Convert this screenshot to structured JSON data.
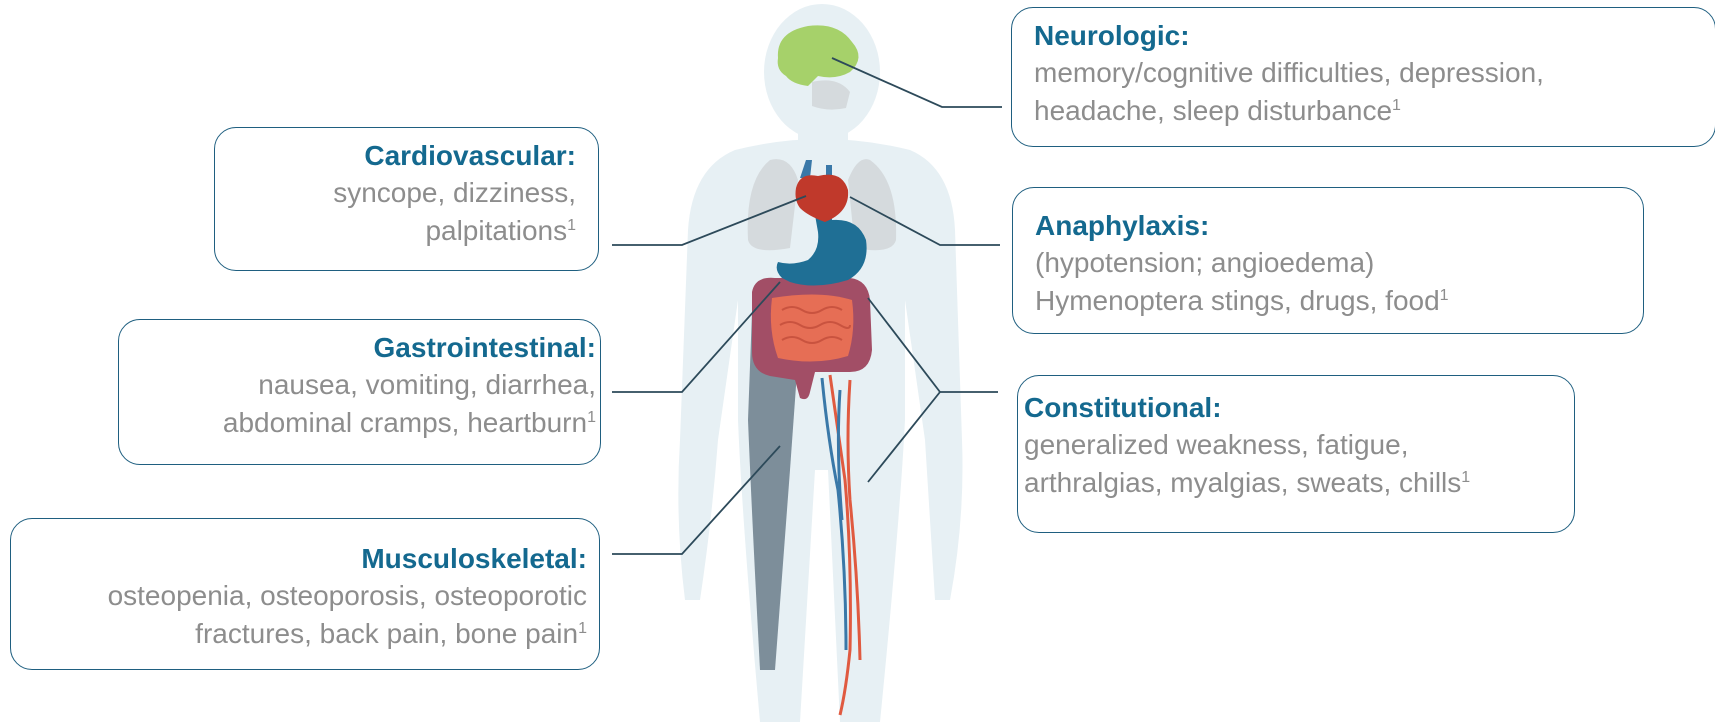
{
  "boxes": {
    "neurologic": {
      "title": "Neurologic:",
      "lines": [
        "memory/cognitive difficulties, depression,",
        "headache, sleep disturbance"
      ],
      "ref": "1"
    },
    "cardiovascular": {
      "title": "Cardiovascular:",
      "lines": [
        "syncope, dizziness,",
        "palpitations"
      ],
      "ref": "1"
    },
    "anaphylaxis": {
      "title": "Anaphylaxis:",
      "lines": [
        "(hypotension; angioedema)",
        "Hymenoptera stings, drugs, food"
      ],
      "ref": "1"
    },
    "gastrointestinal": {
      "title": "Gastrointestinal:",
      "lines": [
        "nausea, vomiting, diarrhea,",
        "abdominal cramps, heartburn"
      ],
      "ref": "1"
    },
    "constitutional": {
      "title": "Constitutional:",
      "lines": [
        "generalized weakness, fatigue,",
        "arthralgias, myalgias, sweats, chills"
      ],
      "ref": "1"
    },
    "musculoskeletal": {
      "title": "Musculoskeletal:",
      "lines": [
        "osteopenia, osteoporosis, osteoporotic",
        "fractures, back pain, bone pain"
      ],
      "ref": "1"
    }
  },
  "colors": {
    "title": "#14698f",
    "body_text": "#8d8d8d",
    "box_border": "#1f5f80",
    "connector": "#2d4a5a",
    "brain": "#a6d16a",
    "heart": "#c0392b",
    "stomach": "#1f6f95",
    "intestine_small": "#e66e55",
    "intestine_large": "#a24e66",
    "bone": "#7d8e9a",
    "vessel_red": "#e05a40",
    "vessel_blue": "#3a78a8",
    "silhouette": "#e7f0f4"
  }
}
